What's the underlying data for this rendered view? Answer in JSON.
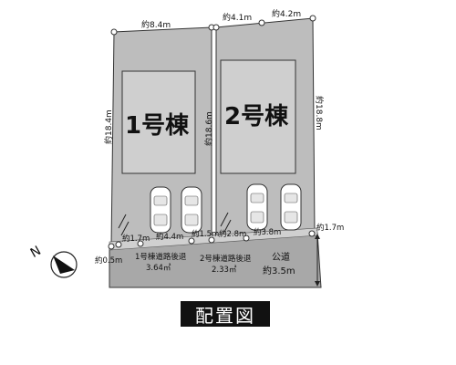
{
  "title": "配置図",
  "lots": [
    {
      "label": "1号棟",
      "top": "約8.4m",
      "left": "約18.4m",
      "bottom_a": "約1.7m",
      "bottom_b": "約4.4m",
      "bottom_c": "約1.5m"
    },
    {
      "label": "2号棟",
      "top_a": "約4.1m",
      "top_b": "約4.2m",
      "left": "約18.6m",
      "right": "約18.8m",
      "bottom_a": "約2.8m",
      "bottom_b": "約3.8m",
      "corner": "約1.7m"
    }
  ],
  "setbacks": [
    {
      "text_a": "1号棟道路後退",
      "text_b": "3.64㎡"
    },
    {
      "text_a": "2号棟道路後退",
      "text_b": "2.33㎡"
    }
  ],
  "road": {
    "name": "公道",
    "width": "約3.5m",
    "left_offset": "約0.5m"
  },
  "compass": {
    "letter": "N"
  }
}
